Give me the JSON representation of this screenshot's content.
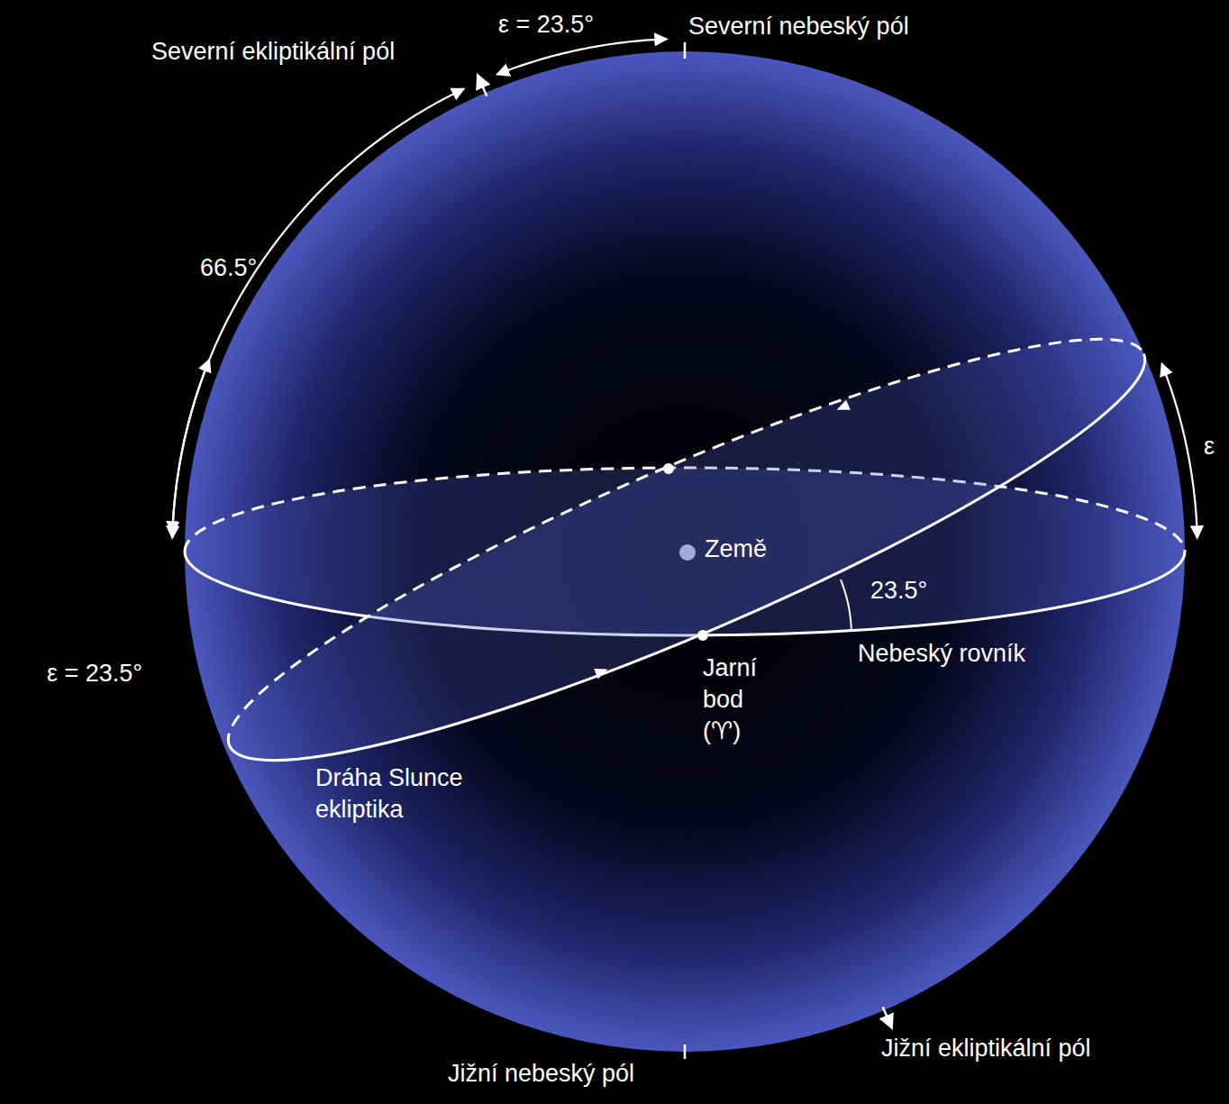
{
  "diagram": {
    "labels": [
      "Severní ekliptikální pól",
      "ε = 23.5°",
      "Severní nebeský pól",
      "66.5°",
      "ε",
      "Země",
      "23.5°",
      "Nebeský rovník",
      "Jarní bod (♈)",
      "ε = 23.5°",
      "Dráha Slunce ekliptika",
      "Jižní nebeský pól",
      "Jižní ekliptikální pól"
    ]
  }
}
